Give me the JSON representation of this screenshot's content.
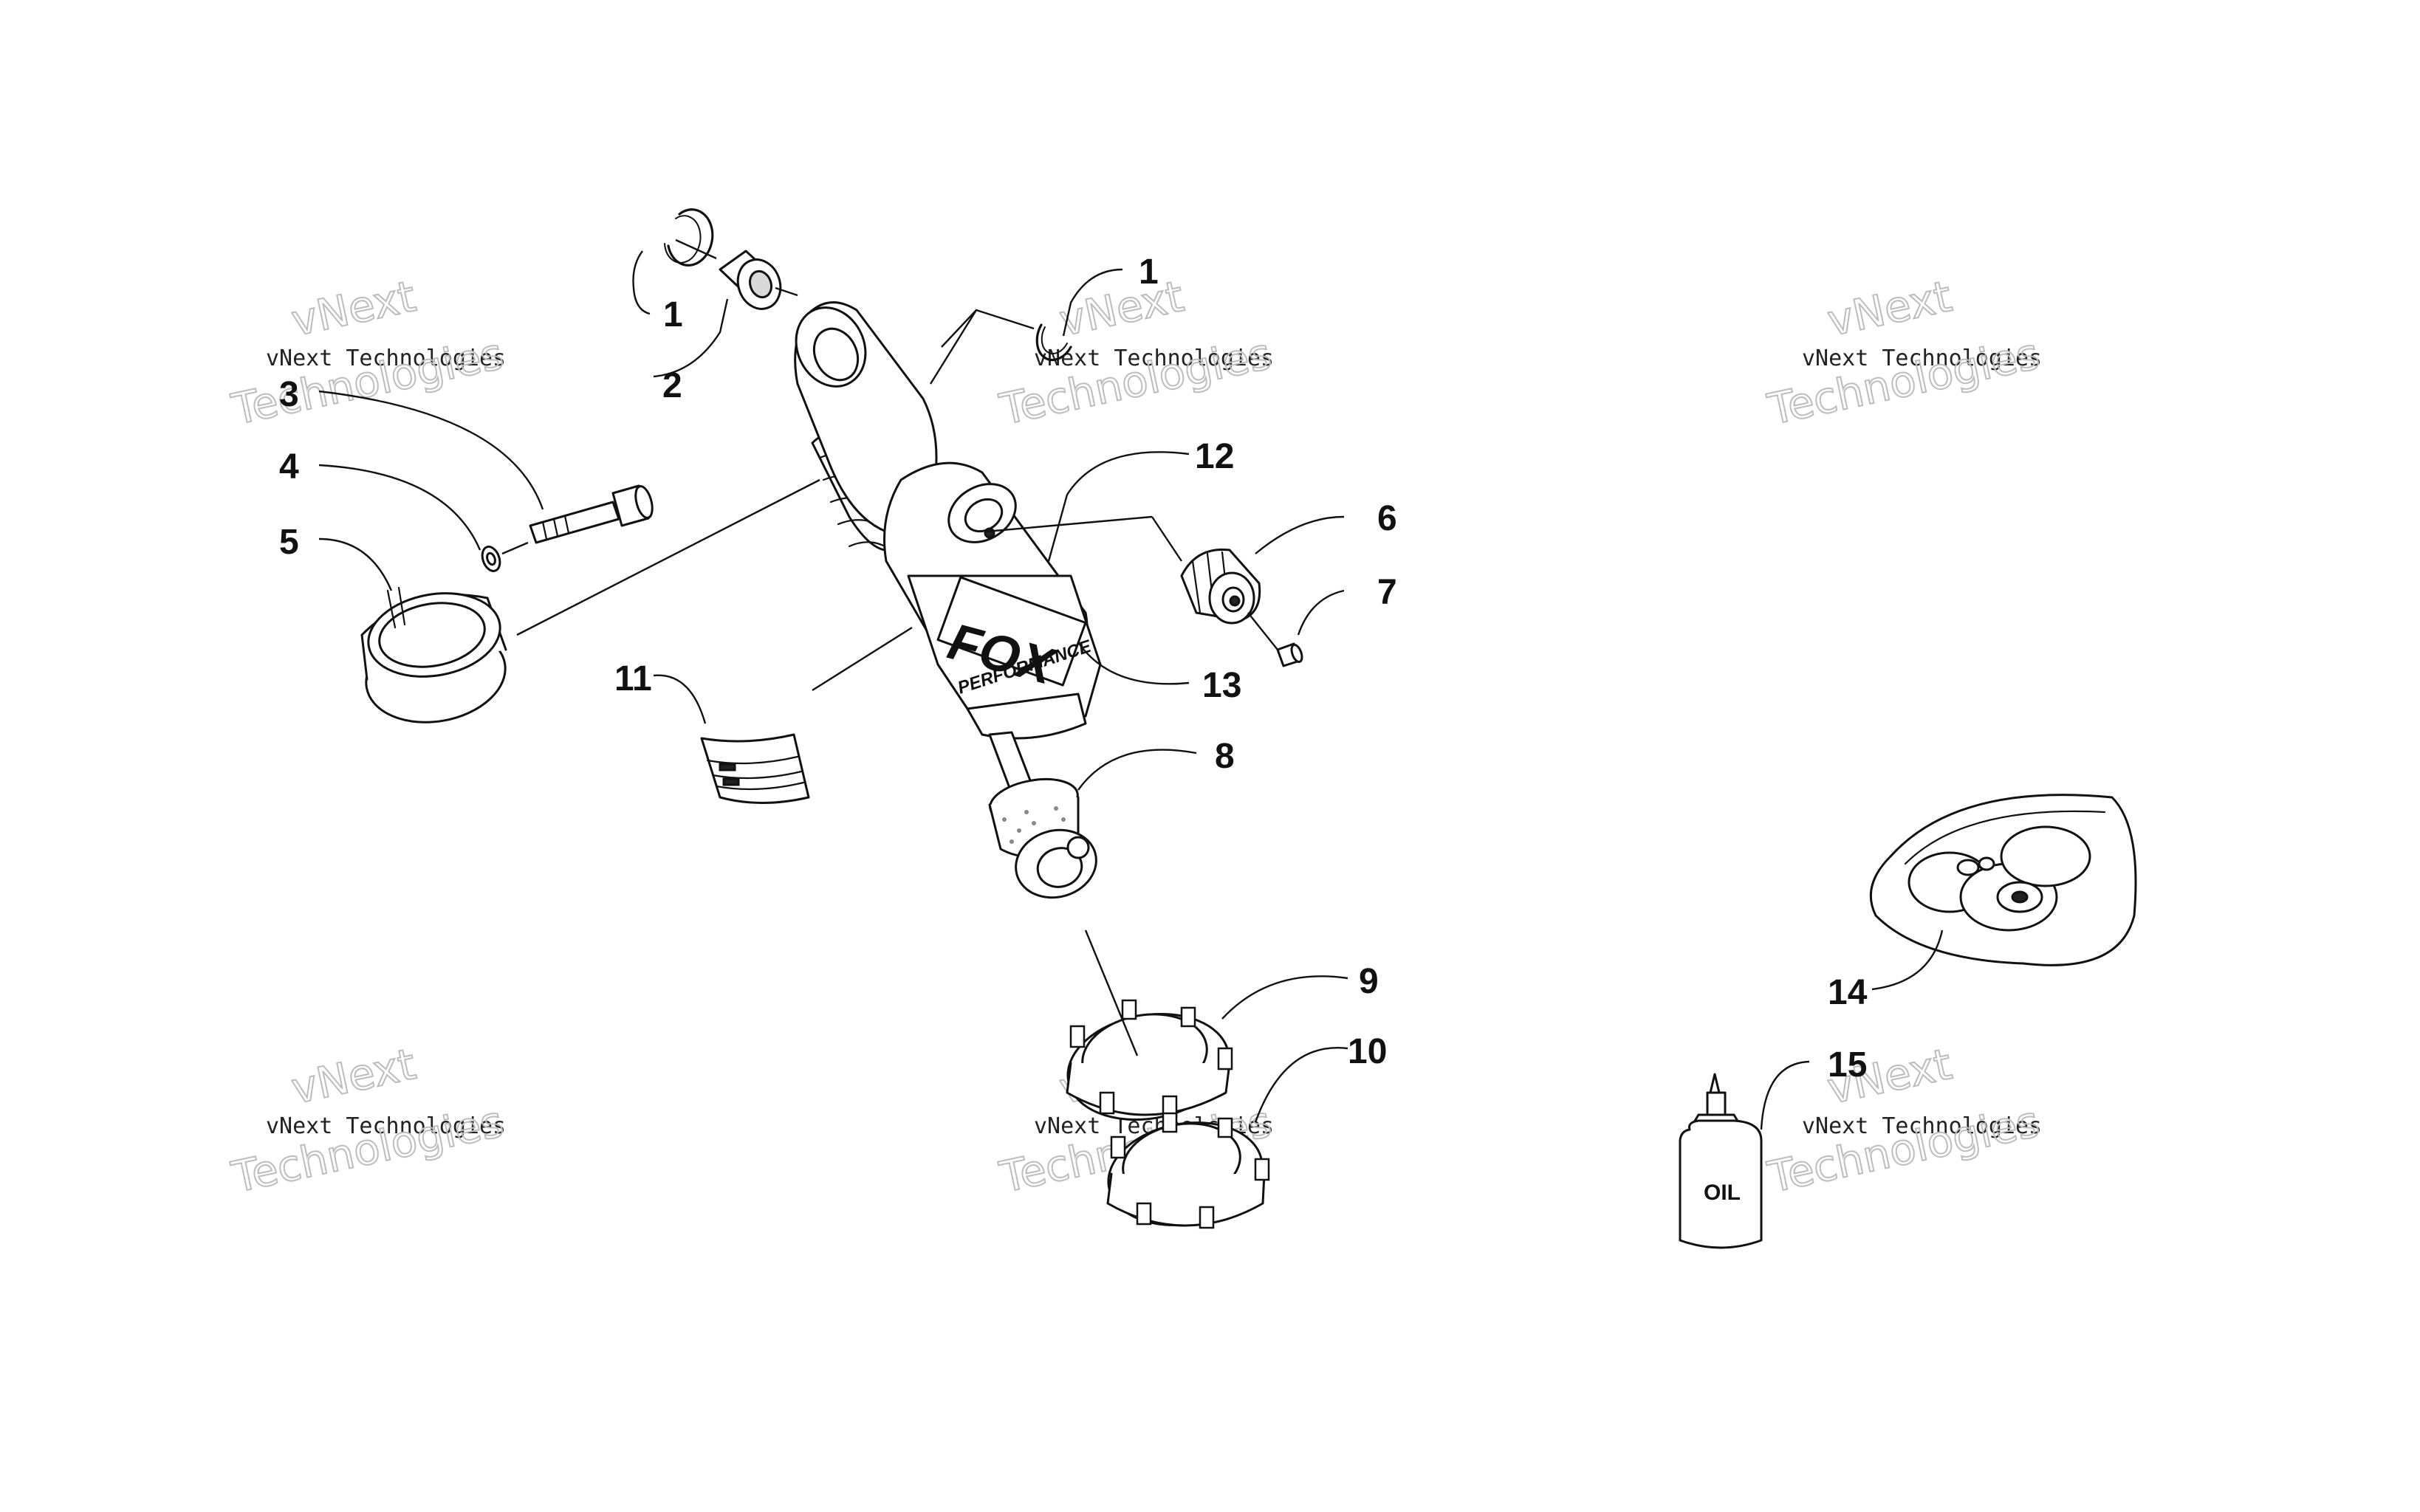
{
  "watermark": {
    "line1": "vNext",
    "line2": "vNext Technologies",
    "line3": "Technologies"
  },
  "callouts": {
    "c1a": "1",
    "c1b": "1",
    "c2": "2",
    "c3": "3",
    "c4": "4",
    "c5": "5",
    "c6": "6",
    "c7": "7",
    "c8": "8",
    "c9": "9",
    "c10": "10",
    "c11": "11",
    "c12": "12",
    "c13": "13",
    "c14": "14",
    "c15": "15"
  },
  "labels": {
    "brand": "FOX",
    "brand_sub": "PERFORMANCE",
    "oil": "OIL"
  }
}
